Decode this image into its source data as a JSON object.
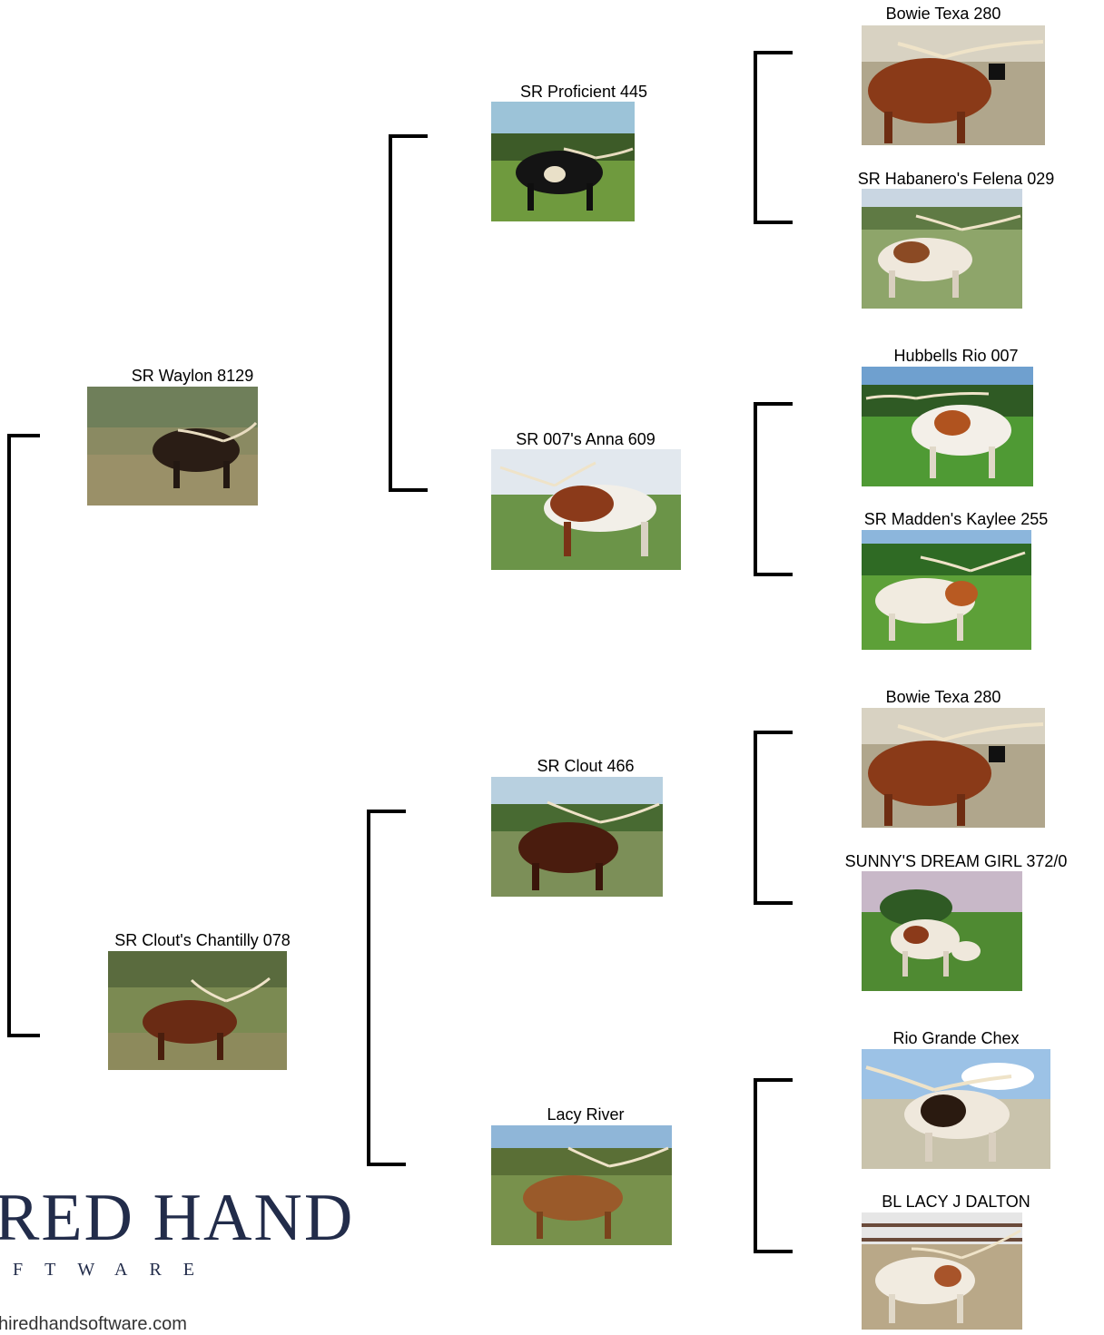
{
  "animals": {
    "subject_sire": "SR Waylon 8129",
    "subject_dam": "SR Clout's Chantilly 078",
    "sire_sire": "SR Proficient 445",
    "sire_dam": "SR 007's Anna 609",
    "dam_sire": "SR Clout 466",
    "dam_dam": "Lacy River",
    "g1": "Bowie Texa 280",
    "g2": "SR Habanero's Felena 029",
    "g3": "Hubbells Rio 007",
    "g4": "SR Madden's Kaylee 255",
    "g5": "Bowie Texa 280",
    "g6": "SUNNY'S DREAM GIRL 372/0",
    "g7": "Rio Grande Chex",
    "g8": "BL LACY J DALTON"
  },
  "logo": {
    "line1": "RED HAND",
    "line2": "FTWARE",
    "url": "hiredhandsoftware.com"
  },
  "colors": {
    "logo": "#222c4a",
    "bracket": "#000000"
  }
}
